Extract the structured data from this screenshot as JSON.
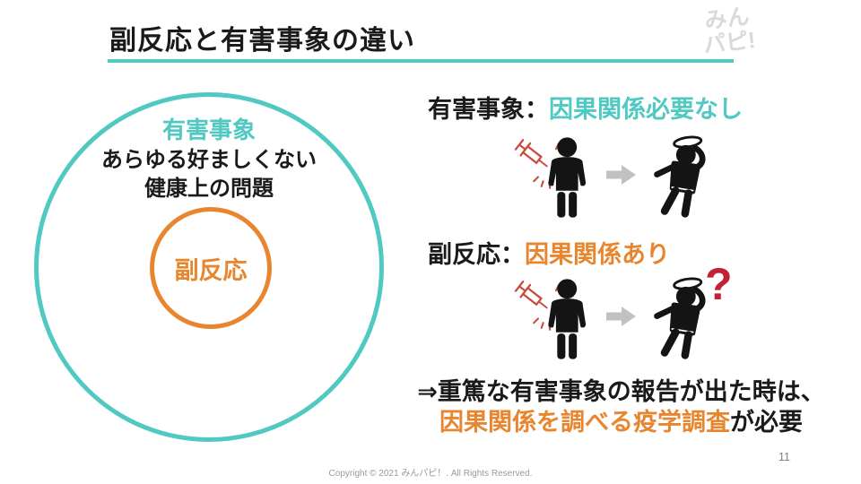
{
  "header": {
    "title": "副反応と有害事象の違い",
    "logo_line1": "みん",
    "logo_line2": "パピ!"
  },
  "venn": {
    "outer_label": "有害事象",
    "outer_desc_line1": "あらゆる好ましくない",
    "outer_desc_line2": "健康上の問題",
    "inner_label": "副反応"
  },
  "adverse_event": {
    "term": "有害事象：",
    "definition": "因果関係必要なし"
  },
  "side_effect": {
    "term": "副反応：",
    "definition": "因果関係あり"
  },
  "icons": {
    "question_mark": "?",
    "syringe": "syringe-icon",
    "injected-person": "person-receiving-injection-icon",
    "arrow": "arrow-right-icon",
    "dizzy-person": "dizzy-person-icon"
  },
  "conclusion": {
    "line1": "⇒重篤な有害事象の報告が出た時は、",
    "line2_highlight": "因果関係を調べる疫学調査",
    "line2_rest": "が必要"
  },
  "footer": {
    "copyright": "Copyright © 2021 みんパピ！. All Rights Reserved.",
    "page_number": "11"
  },
  "colors": {
    "teal": "#4fc9c1",
    "orange": "#e8862f",
    "red_question": "#c32136",
    "syringe_red": "#cc4b40",
    "arrow_gray": "#c1c1c1",
    "figure_black": "#141414",
    "logo_gray": "#dadada"
  }
}
